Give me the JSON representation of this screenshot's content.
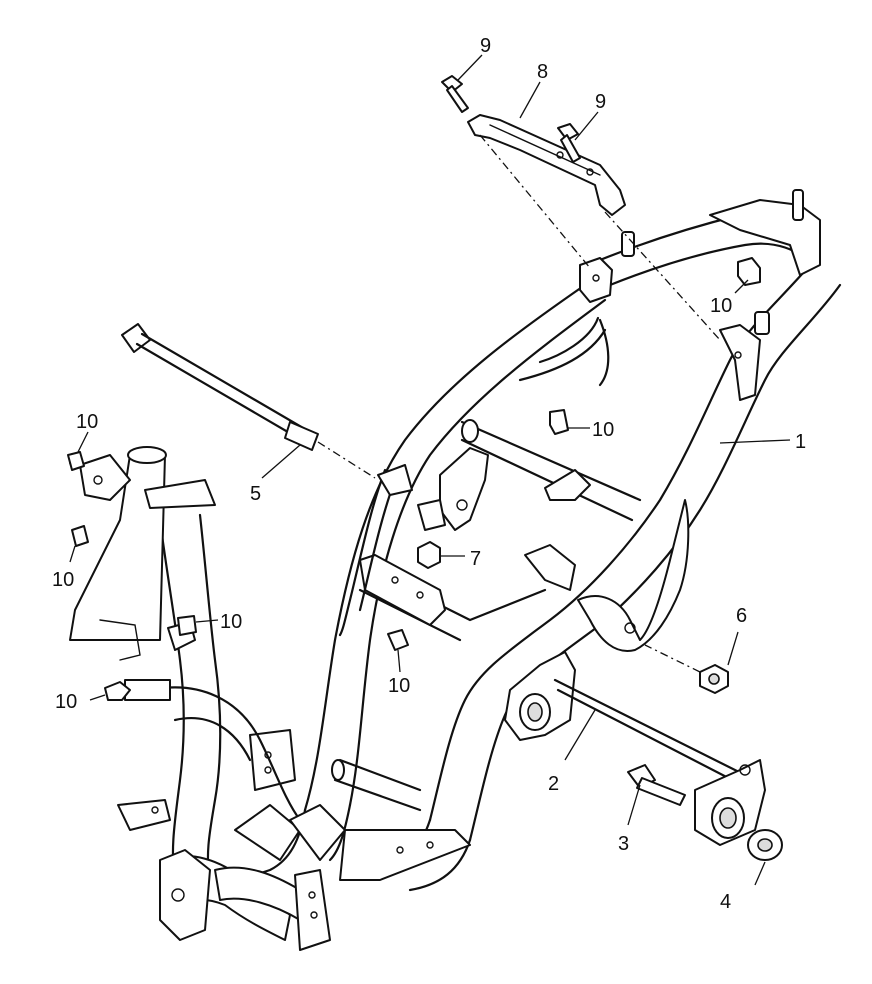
{
  "callouts": [
    {
      "id": "c1",
      "text": "1"
    },
    {
      "id": "c2",
      "text": "2"
    },
    {
      "id": "c3",
      "text": "3"
    },
    {
      "id": "c4",
      "text": "4"
    },
    {
      "id": "c5",
      "text": "5"
    },
    {
      "id": "c6",
      "text": "6"
    },
    {
      "id": "c7",
      "text": "7"
    },
    {
      "id": "c8",
      "text": "8"
    },
    {
      "id": "c9a",
      "text": "9"
    },
    {
      "id": "c9b",
      "text": "9"
    },
    {
      "id": "c10a",
      "text": "10"
    },
    {
      "id": "c10b",
      "text": "10"
    },
    {
      "id": "c10c",
      "text": "10"
    },
    {
      "id": "c10d",
      "text": "10"
    },
    {
      "id": "c10e",
      "text": "10"
    },
    {
      "id": "c10f",
      "text": "10"
    },
    {
      "id": "c10g",
      "text": "10"
    }
  ]
}
